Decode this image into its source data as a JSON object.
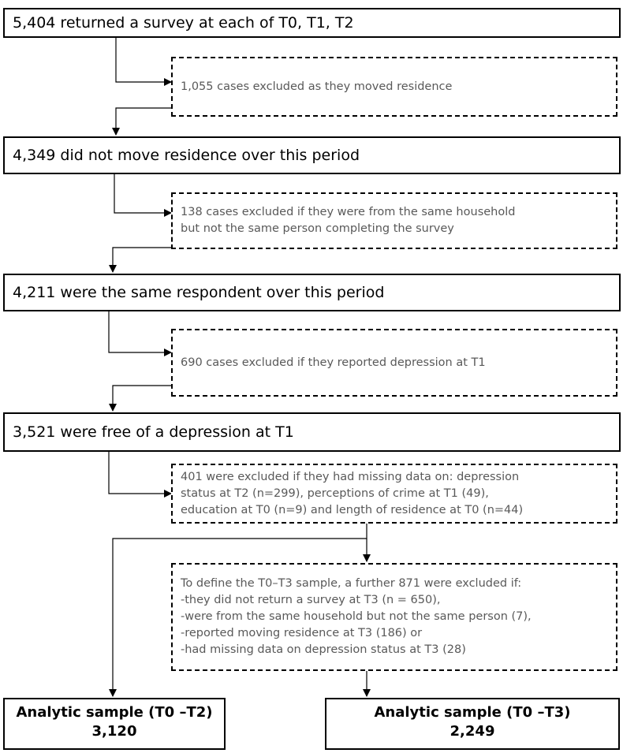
{
  "steps": {
    "start": "5,404 returned a survey at each of T0, T1, T2",
    "step2": "4,349 did not move residence over this period",
    "step3": "4,211 were the same respondent over this period",
    "step4": "3,521 were free of a depression at T1"
  },
  "exclusions": {
    "moved": [
      "1,055 cases excluded as they moved residence"
    ],
    "household": [
      "138 cases excluded if they were from the same household",
      "but not the same person completing the survey"
    ],
    "depression": [
      "690 cases excluded if they reported depression at T1"
    ],
    "missing": [
      "401 were excluded if they had missing data on: depression",
      "status at T2 (n=299), perceptions of crime at T1 (49),",
      "education at T0 (n=9) and length of residence at T0 (n=44)"
    ],
    "t3": [
      "To define the T0–T3 sample, a further 871 were excluded if:",
      "-they did not return a survey at T3 (n = 650),",
      "-were from the same household but not the same person (7),",
      "-reported moving residence at T3 (186) or",
      "-had missing data on depression status at T3 (28)"
    ]
  },
  "samples": {
    "t0_t2": {
      "label": "Analytic sample (T0 –T2)",
      "count": "3,120"
    },
    "t0_t3": {
      "label": "Analytic sample (T0 –T3)",
      "count": "2,249"
    }
  }
}
